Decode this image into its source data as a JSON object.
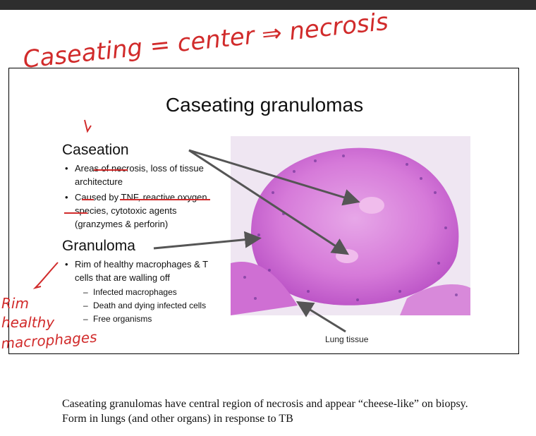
{
  "annotation": {
    "top": "Caseating = center ⇒ necrosis",
    "left": [
      "Rim",
      "healthy",
      "macrophages"
    ]
  },
  "slide": {
    "title": "Caseating granulomas",
    "caseation": {
      "heading": "Caseation",
      "bullets": [
        "Areas of necrosis, loss of tissue architecture",
        "Caused by TNF, reactive oxygen species, cytotoxic agents (granzymes & perforin)"
      ]
    },
    "granuloma": {
      "heading": "Granuloma",
      "bullet": "Rim of healthy macrophages & T cells that are walling off",
      "sub": [
        "Infected macrophages",
        "Death and dying infected cells",
        "Free organisms"
      ]
    },
    "image_caption": "Lung tissue"
  },
  "caption": "Caseating granulomas have central region of necrosis and appear “cheese-like” on biopsy. Form in lungs (and other organs) in response to TB",
  "colors": {
    "ink": "#d12b2b",
    "stain": "#c24ad0",
    "arrow": "#555555"
  }
}
